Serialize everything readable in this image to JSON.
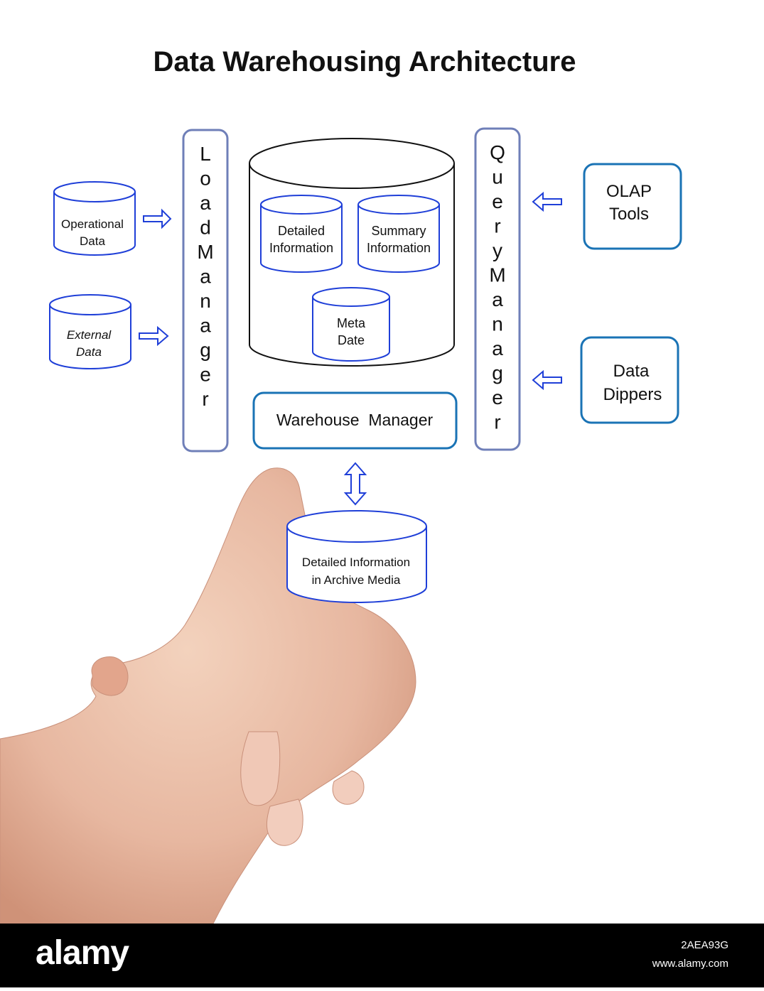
{
  "title": "Data Warehousing Architecture",
  "sources": {
    "operational": [
      "Operational",
      "Data"
    ],
    "external": [
      "External",
      "Data"
    ]
  },
  "load_manager": [
    "L",
    "o",
    "a",
    "d",
    "M",
    "a",
    "n",
    "a",
    "g",
    "e",
    "r"
  ],
  "query_manager": [
    "Q",
    "u",
    "e",
    "r",
    "y",
    "M",
    "a",
    "n",
    "a",
    "g",
    "e",
    "r"
  ],
  "warehouse": {
    "detailed": [
      "Detailed",
      "Information"
    ],
    "summary": [
      "Summary",
      "Information"
    ],
    "meta": [
      "Meta",
      "Date"
    ]
  },
  "warehouse_manager": "Warehouse  Manager",
  "tools": {
    "olap": [
      "OLAP",
      "Tools"
    ],
    "dippers": [
      "Data",
      "Dippers"
    ]
  },
  "archive": [
    "Detailed Information",
    "in Archive Media"
  ],
  "footer": {
    "logo": "alamy",
    "image_id": "2AEA93G",
    "site": "www.alamy.com"
  },
  "colors": {
    "accent": "#1a73b5",
    "cylinder": "#1f3fd8",
    "arrow": "#1f3fd8",
    "manager_border": "#6f7fb8",
    "footer_bg": "#000000"
  },
  "icons": {
    "arrow": "double-line-arrow-icon",
    "bidirectional": "double-headed-arrow-icon"
  }
}
